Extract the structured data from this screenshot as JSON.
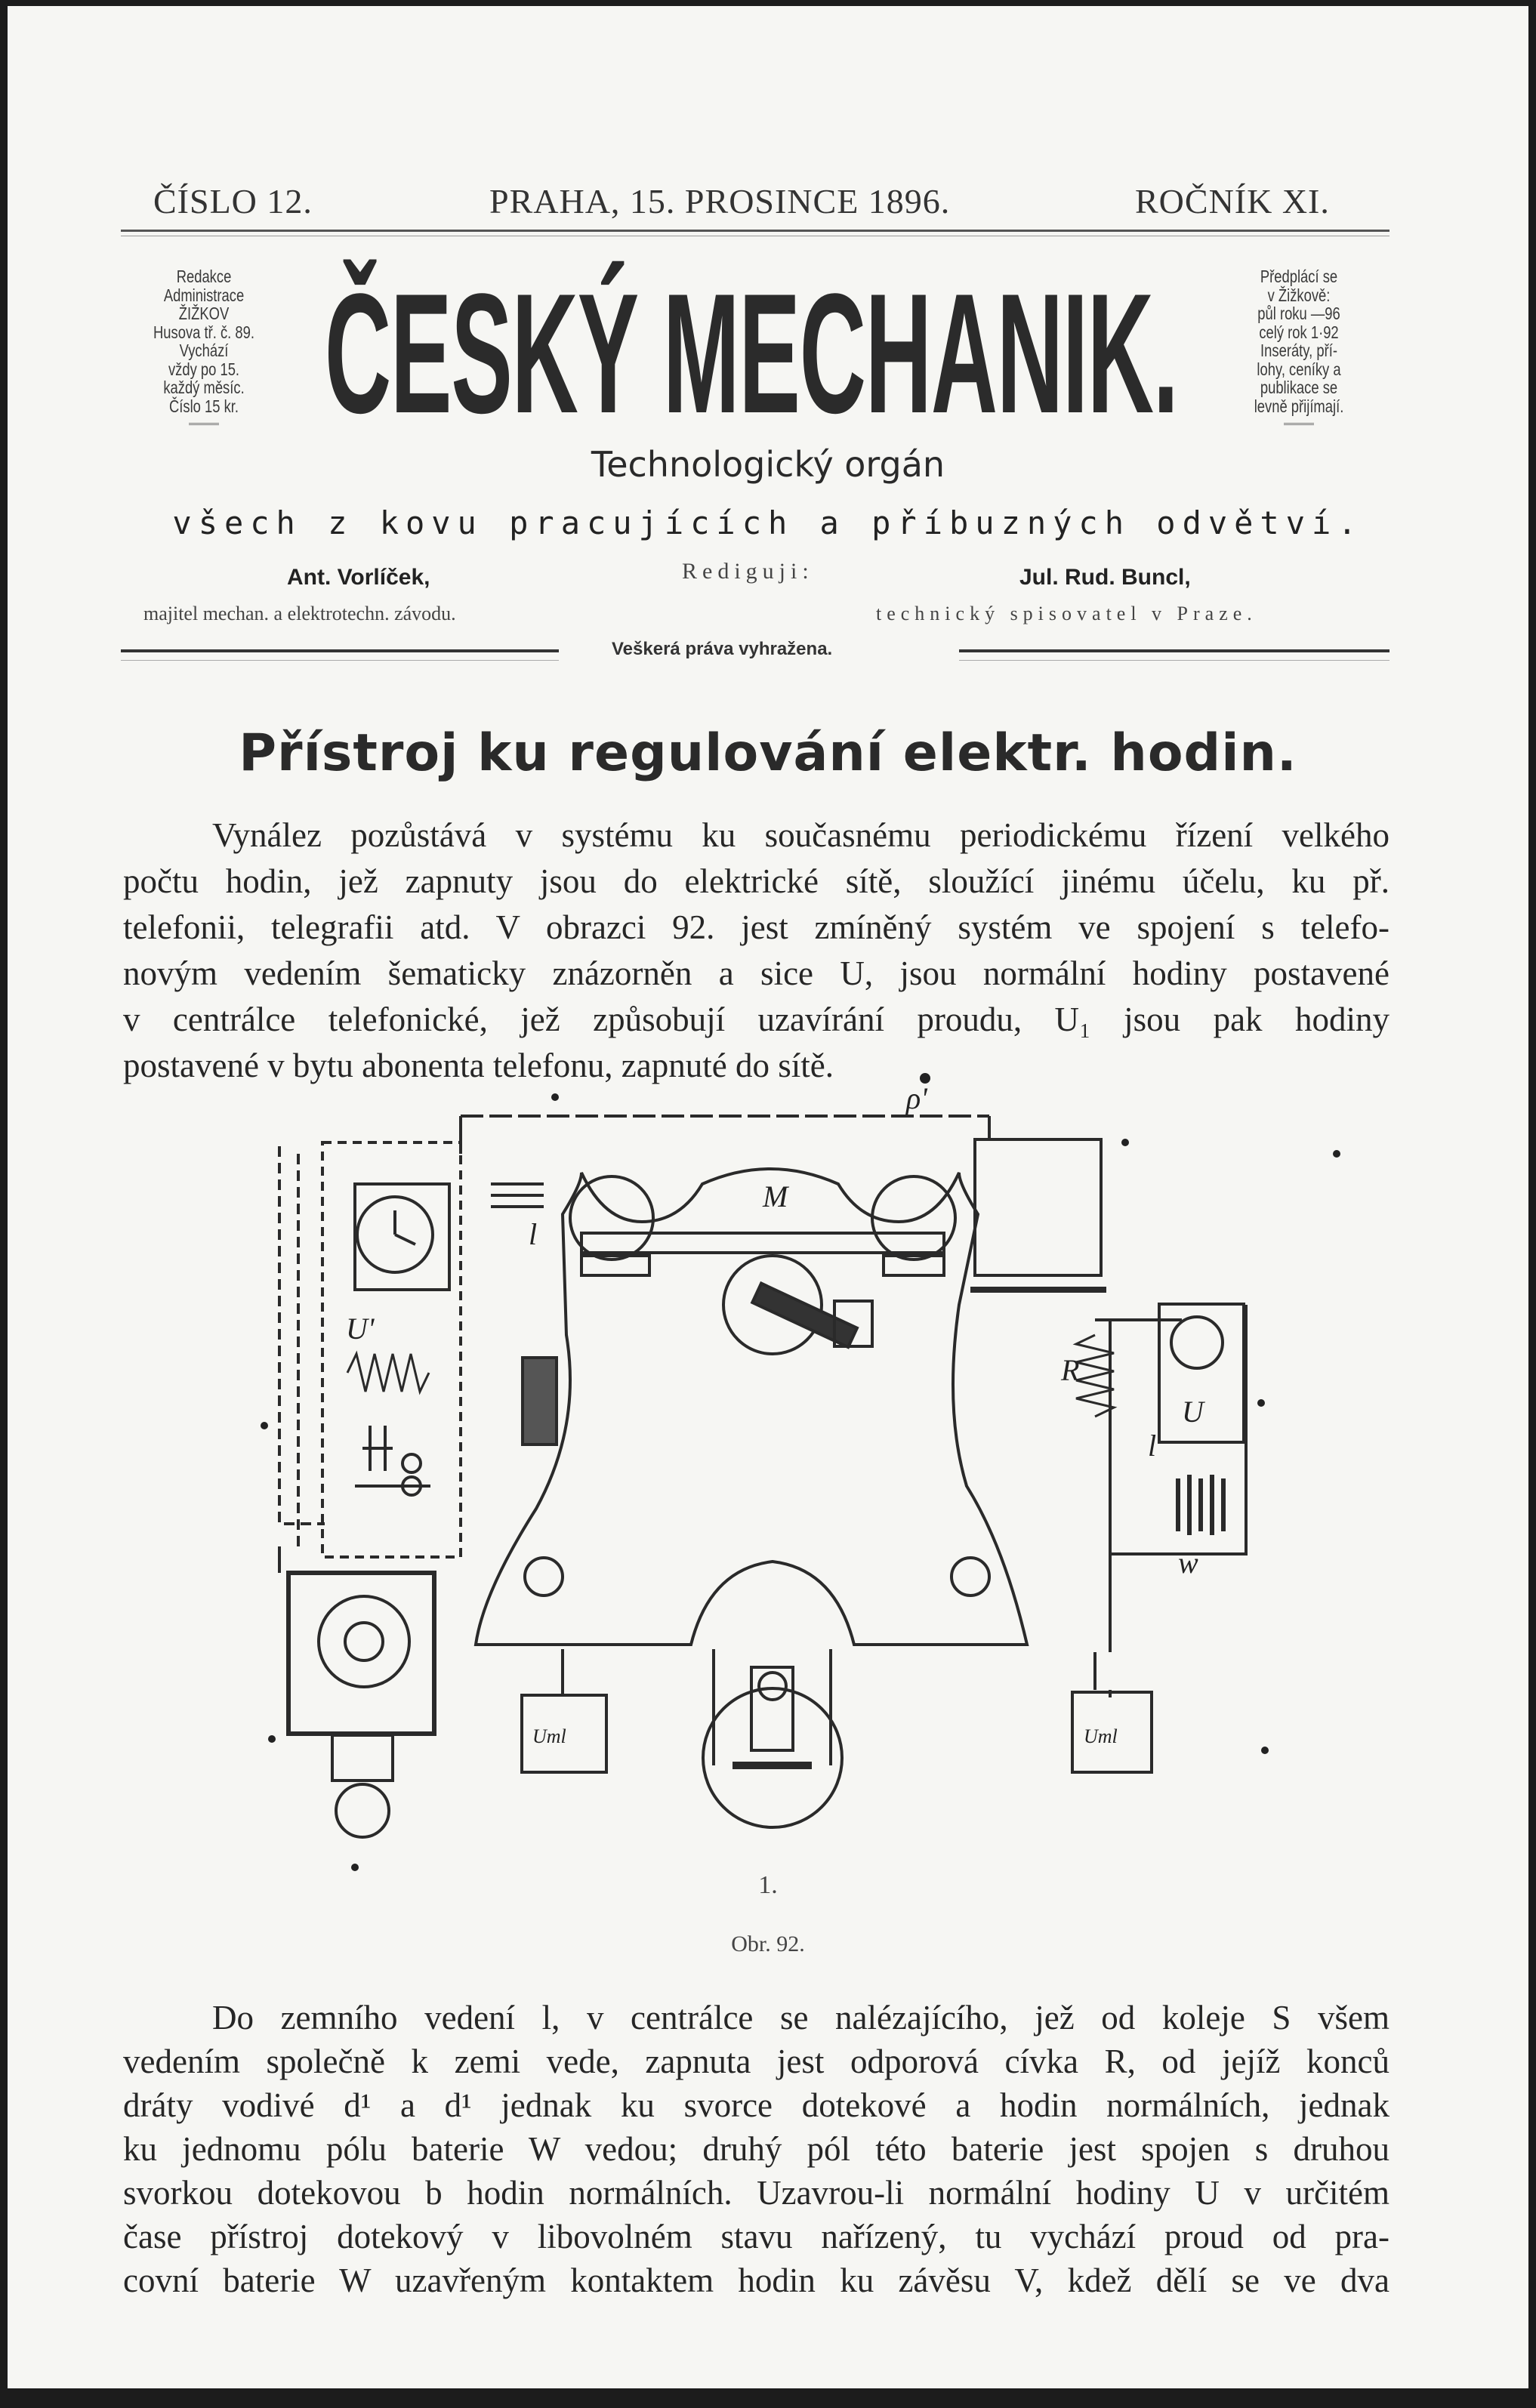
{
  "header": {
    "issue": "ČÍSLO 12.",
    "place_date": "PRAHA, 15. PROSINCE 1896.",
    "volume": "ROČNÍK XI."
  },
  "left_info": [
    "Redakce",
    "Administrace",
    "ŽIŽKOV",
    "Husova tř. č. 89.",
    "Vychází",
    "vždy po 15.",
    "každý měsíc.",
    "Číslo 15 kr."
  ],
  "right_info": [
    "Předplácí se",
    "v Žižkově:",
    "půl roku —96",
    "celý rok 1·92",
    "Inseráty, pří-",
    "lohy, ceníky a",
    "publikace se",
    "levně přijímají."
  ],
  "masthead": {
    "title": "ČESKÝ MECHANIK.",
    "subtitle": "Technologický orgán",
    "tagline": "všech z kovu pracujících a příbuzných odvětví."
  },
  "editors": {
    "label": "Rediguji:",
    "left_name": "Ant. Vorlíček,",
    "left_role": "majitel mechan. a elektrotechn. závodu.",
    "right_name": "Jul. Rud. Buncl,",
    "right_role": "technický spisovatel v Praze.",
    "rights": "Veškerá práva vyhražena."
  },
  "article": {
    "title": "Přístroj ku regulování elektr. hodin.",
    "paragraph1": [
      "Vynález pozůstává v systému ku současnému periodickému řízení velkého",
      "počtu hodin, jež zapnuty jsou do elektrické sítě, sloužící jinému účelu, ku př.",
      "telefonii, telegrafii atd. V obrazci 92. jest zmíněný systém ve spojení s telefo-",
      "novým vedením šematicky znázorněn a sice U, jsou normální hodiny postavené",
      "v centrálce telefonické, jež způsobují uzavírání proudu, U₁ jsou pak hodiny",
      "postavené v bytu abonenta telefonu, zapnuté do sítě."
    ],
    "figure_number": "1.",
    "figure_caption": "Obr. 92.",
    "figure_labels": {
      "top": "ρ'",
      "clock_left": "U'",
      "clock_right": "U",
      "coil_left": "R",
      "battery": "w",
      "box_left": "Uml",
      "box_right": "Uml",
      "plate_top": "M",
      "wire_left": "l",
      "wire_right": "l"
    },
    "paragraph2": [
      "Do zemního vedení l, v centrálce se nalézajícího, jež od koleje S všem",
      "vedením společně k zemi vede, zapnuta jest odporová cívka R, od jejíž konců",
      "dráty vodivé d¹ a d¹ jednak ku svorce dotekové a hodin normálních, jednak",
      "ku jednomu pólu baterie W vedou; druhý pól této baterie jest spojen s druhou",
      "svorkou dotekovou b hodin normálních. Uzavrou-li normální hodiny U v určitém",
      "čase přístroj dotekový v libovolném stavu nařízený, tu vychází proud od pra-",
      "covní baterie W uzavřeným kontaktem hodin ku závěsu V, kdež dělí se ve dva"
    ]
  }
}
